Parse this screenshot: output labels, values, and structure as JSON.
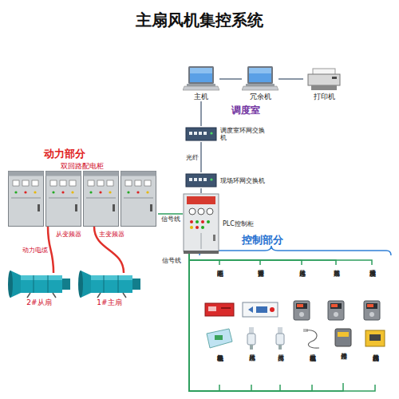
{
  "diagram": {
    "title": "主扇风机集控系统",
    "nodes": [
      {
        "text": [
          "主机"
        ]
      },
      {
        "text": [
          "冗余机"
        ]
      },
      {
        "text": [
          "打印机"
        ]
      },
      {
        "text": [
          "调度室环网交换机"
        ]
      },
      {
        "text": [
          "现场环网交换机"
        ]
      },
      {
        "text": [
          "PLC控制柜"
        ]
      },
      {
        "text": [
          "双回路配电柜"
        ]
      },
      {
        "text": [
          "2#从扇"
        ]
      },
      {
        "text": [
          "1#主扇"
        ]
      },
      {
        "text": [
          "不间断电源"
        ]
      },
      {
        "text": [
          "声光语音报警器"
        ]
      },
      {
        "text": [
          "风速传感器"
        ]
      },
      {
        "text": [
          "瓦斯传感器"
        ]
      },
      {
        "text": [
          "环境温度传感器"
        ]
      },
      {
        "text": [
          "电机振动采集模块"
        ]
      },
      {
        "text": [
          "风压传感器"
        ]
      },
      {
        "text": [
          "压力传感器"
        ]
      },
      {
        "text": [
          "电机温度传感器"
        ]
      },
      {
        "text": [
          "开停传感器"
        ]
      },
      {
        "text": [
          "风门开闭状态传感器"
        ]
      }
    ],
    "edges": [
      {
        "from": 0,
        "to": 1,
        "arrow": "none"
      },
      {
        "from": 1,
        "to": 2,
        "arrow": "none"
      },
      {
        "from": 0,
        "to": 3,
        "arrow": "none"
      },
      {
        "from": 3,
        "to": 4,
        "label": "光纤",
        "arrow": "none"
      },
      {
        "from": 4,
        "to": 5,
        "arrow": "none"
      },
      {
        "from": 5,
        "to": 6,
        "label": "信号线",
        "arrow": "none"
      },
      {
        "from": 6,
        "to": 7,
        "label": "动力电缆",
        "arrow": "none"
      },
      {
        "from": 6,
        "to": 8,
        "arrow": "none"
      },
      {
        "from": 5,
        "to": 9,
        "arrow": "none"
      },
      {
        "from": 5,
        "to": 10,
        "arrow": "none"
      },
      {
        "from": 5,
        "to": 11,
        "arrow": "none"
      },
      {
        "from": 5,
        "to": 12,
        "arrow": "none"
      },
      {
        "from": 5,
        "to": 13,
        "arrow": "none"
      },
      {
        "from": 5,
        "to": 14,
        "arrow": "none"
      },
      {
        "from": 5,
        "to": 15,
        "arrow": "none"
      },
      {
        "from": 5,
        "to": 16,
        "arrow": "none"
      },
      {
        "from": 5,
        "to": 17,
        "arrow": "none"
      },
      {
        "from": 5,
        "to": 18,
        "arrow": "none"
      },
      {
        "from": 5,
        "to": 19,
        "arrow": "none"
      }
    ],
    "labels": [
      "调度室",
      "动力部分",
      "从变频器",
      "主变频器",
      "信号线",
      "控制部分"
    ]
  }
}
